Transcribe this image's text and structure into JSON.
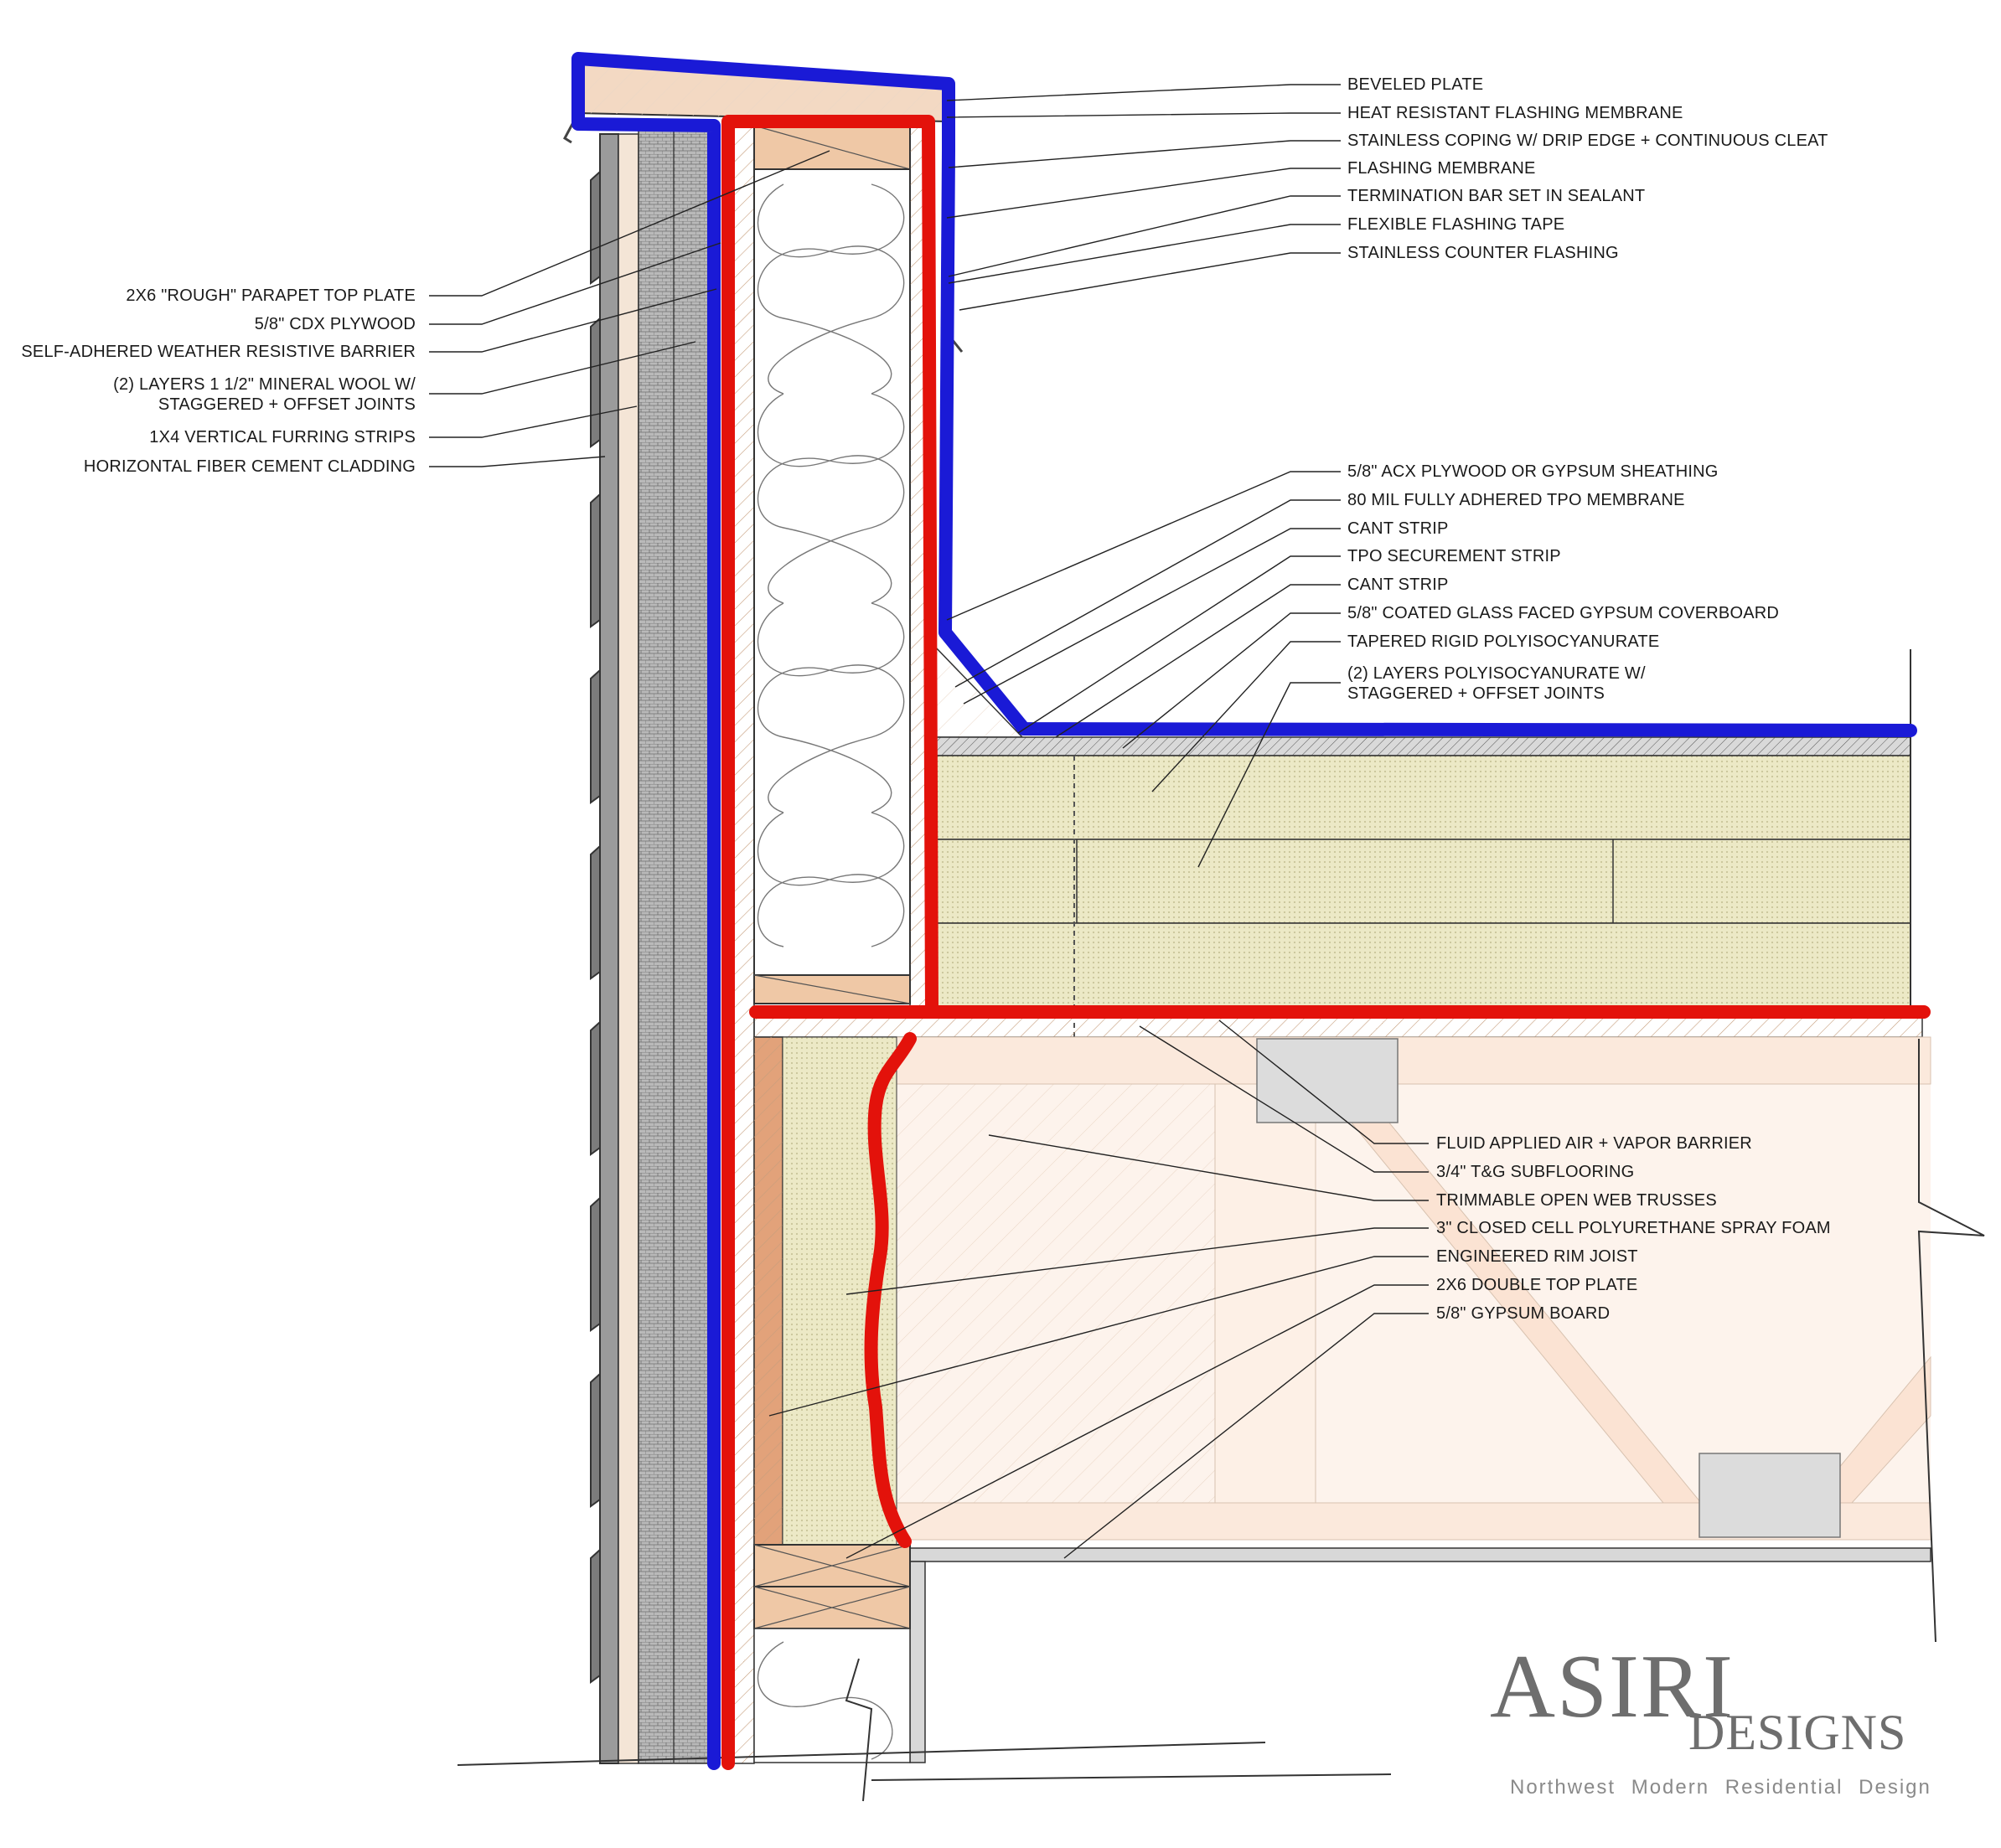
{
  "labels_right_top": [
    "BEVELED PLATE",
    "HEAT RESISTANT FLASHING MEMBRANE",
    "STAINLESS COPING W/ DRIP EDGE + CONTINUOUS CLEAT",
    "FLASHING MEMBRANE",
    "TERMINATION BAR SET IN SEALANT",
    "FLEXIBLE FLASHING TAPE",
    "STAINLESS COUNTER FLASHING"
  ],
  "labels_left": [
    "2X6 \"ROUGH\" PARAPET TOP PLATE",
    "5/8\" CDX PLYWOOD",
    "SELF-ADHERED WEATHER RESISTIVE BARRIER",
    "(2) LAYERS 1 1/2\" MINERAL WOOL W/",
    "STAGGERED + OFFSET JOINTS",
    "1X4 VERTICAL FURRING STRIPS",
    "HORIZONTAL FIBER CEMENT CLADDING"
  ],
  "labels_right_mid": [
    "5/8\" ACX PLYWOOD OR GYPSUM SHEATHING",
    "80 MIL FULLY ADHERED TPO MEMBRANE",
    "CANT STRIP",
    "TPO SECUREMENT STRIP",
    "CANT STRIP",
    "5/8\" COATED GLASS FACED GYPSUM COVERBOARD",
    "TAPERED RIGID POLYISOCYANURATE",
    "(2) LAYERS POLYISOCYANURATE W/",
    "STAGGERED + OFFSET JOINTS"
  ],
  "labels_right_low": [
    "FLUID APPLIED AIR + VAPOR BARRIER",
    "3/4\" T&G SUBFLOORING",
    "TRIMMABLE OPEN WEB TRUSSES",
    "3\" CLOSED CELL POLYURETHANE SPRAY FOAM",
    "ENGINEERED RIM JOIST",
    "2X6 DOUBLE TOP PLATE",
    "5/8\" GYPSUM BOARD"
  ],
  "brand": {
    "name": "ASIRI",
    "sub": "DESIGNS",
    "tagline": "Northwest Modern Residential Design"
  },
  "colors": {
    "water_control_line": "#1a1ad6",
    "air_control_line": "#e3120b",
    "wood": "#f0c8a4",
    "rim": "#e2a27a",
    "insulation": "#ece9c6",
    "cladding": "#8d8d8d",
    "gypsum": "#d8d8d8"
  }
}
